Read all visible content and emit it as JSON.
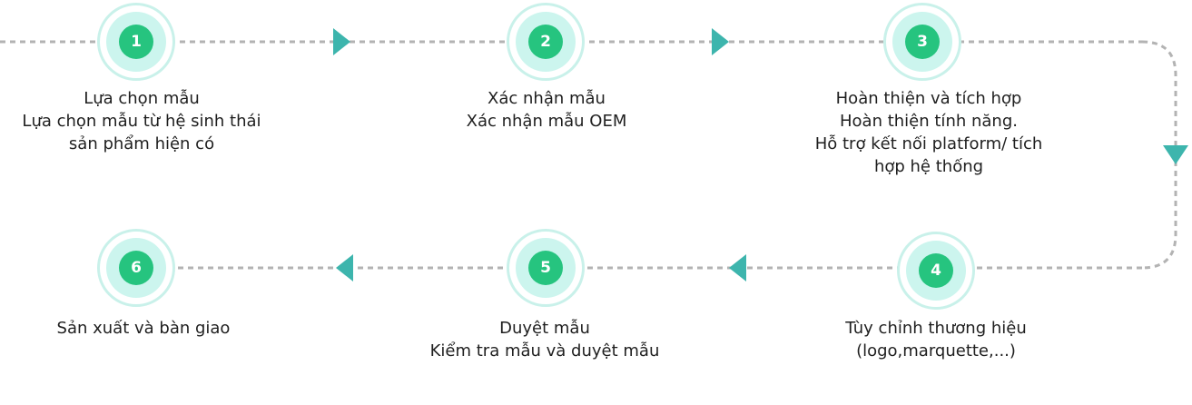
{
  "colors": {
    "accent": "#26c47f",
    "halo": "#ccf5ee",
    "ring": "#c9f1ea",
    "arrow": "#3db5ad",
    "connector": "#b3b3b3"
  },
  "steps": [
    {
      "number": "1",
      "title": "Lựa chọn mẫu",
      "desc1": "Lựa chọn mẫu từ hệ sinh thái",
      "desc2": "sản phẩm hiện có"
    },
    {
      "number": "2",
      "title": "Xác nhận mẫu",
      "desc1": "Xác nhận mẫu OEM"
    },
    {
      "number": "3",
      "title": "Hoàn thiện và tích hợp",
      "desc1": "Hoàn thiện tính năng.",
      "desc2": "Hỗ trợ kết nối platform/  tích",
      "desc3": "hợp hệ thống"
    },
    {
      "number": "4",
      "title": "Tùy chỉnh thương hiệu",
      "desc1": "(logo,marquette,...)"
    },
    {
      "number": "5",
      "title": "Duyệt mẫu",
      "desc1": "Kiểm tra mẫu và duyệt mẫu"
    },
    {
      "number": "6",
      "title": "Sản xuất và bàn giao"
    }
  ]
}
